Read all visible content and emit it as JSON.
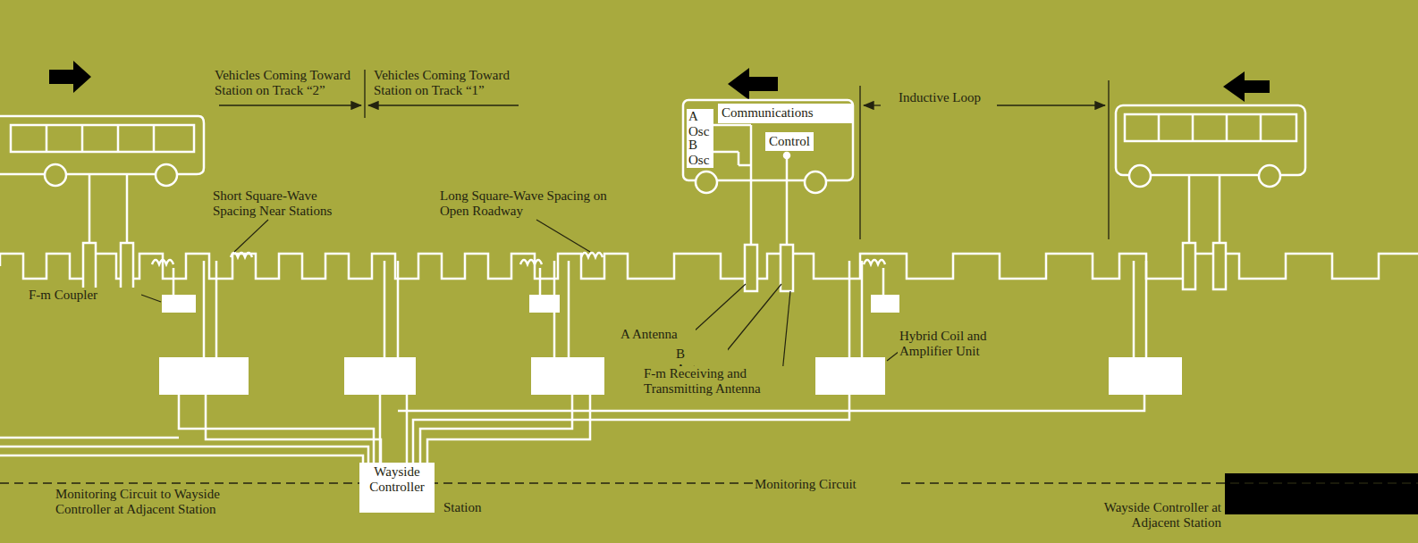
{
  "diagram": {
    "nodes": [
      {
        "text": [
          "Communications"
        ]
      },
      {
        "text": [
          "Control"
        ]
      },
      {
        "text": [
          "Wayside Controller"
        ]
      }
    ],
    "labels": [
      "Vehicles Coming Toward Station on Track “2”",
      "Vehicles Coming Toward Station on Track “1”",
      "A Osc",
      "B Osc",
      "Inductive Loop",
      "Short Square-Wave Spacing Near Stations",
      "Long Square-Wave Spacing on Open Roadway",
      "F-m Coupler",
      "A Antenna",
      "B Antenna",
      "F-m Receiving and Transmitting Antenna",
      "Hybrid Coil and Amplifier Unit",
      "Monitoring Circuit to Wayside Controller at Adjacent Station",
      "Station",
      "Monitoring Circuit",
      "Wayside Controller at Adjacent Station"
    ]
  }
}
